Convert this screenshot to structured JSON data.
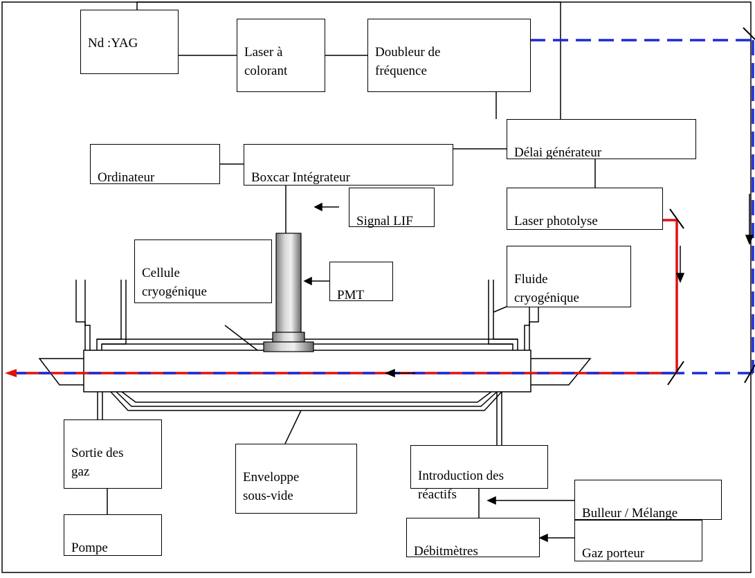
{
  "labels": {
    "nd_yag": "Nd :YAG",
    "dye_laser": "Laser à\ncolorant",
    "frequency_doubler": "Doubleur de\nfréquence",
    "delay_generator": "Délai générateur",
    "computer": "Ordinateur",
    "boxcar": "Boxcar Intégrateur",
    "lif_signal": "Signal LIF",
    "photolysis_laser": "Laser photolyse",
    "cryo_cell": "Cellule\ncryogénique",
    "pmt": "PMT",
    "cryo_fluid": "Fluide\ncryogénique",
    "gas_outlet": "Sortie des\ngaz",
    "vacuum_envelope": "Enveloppe\nsous-vide",
    "reactant_intro": "Introduction des\nréactifs",
    "bubbler": "Bulleur / Mélange",
    "pump": "Pompe",
    "flowmeters": "Débitmètres",
    "carrier_gas": "Gaz porteur"
  },
  "colors": {
    "probe_beam": "#1b2bd6",
    "photolysis_beam": "#e01010",
    "line": "#000000"
  }
}
